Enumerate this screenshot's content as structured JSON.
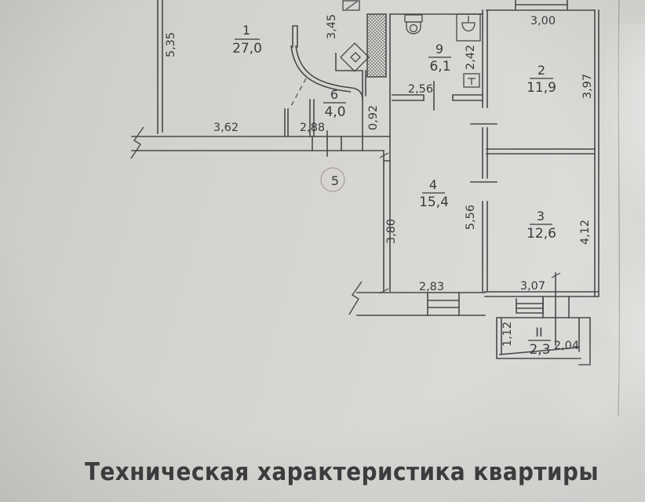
{
  "document": {
    "caption": "Техническая характеристика квартиры"
  },
  "plan": {
    "rooms": [
      {
        "number": "1",
        "area": "27,0"
      },
      {
        "number": "6",
        "area": "4,0"
      },
      {
        "number": "9",
        "area": "6,1"
      },
      {
        "number": "2",
        "area": "11,9"
      },
      {
        "number": "4",
        "area": "15,4"
      },
      {
        "number": "3",
        "area": "12,6"
      },
      {
        "number": "II",
        "area": "2,3"
      },
      {
        "number": "5",
        "area": ""
      }
    ],
    "dimensions": {
      "room1_side": "5,35",
      "duct_side": "3,45",
      "hall_bottom_left": "3,62",
      "hall_bottom_right": "2,88",
      "passage_width": "0,92",
      "bathroom_width": "2,56",
      "bathroom_depth": "2,42",
      "room2_width": "3,00",
      "room2_depth": "3,97",
      "corridor_depth": "3,80",
      "room4_depth": "5,56",
      "room4_width": "2,83",
      "room3_width": "3,07",
      "room3_depth": "4,12",
      "loggia_depth": "1,12",
      "loggia_width": "2,04"
    }
  }
}
